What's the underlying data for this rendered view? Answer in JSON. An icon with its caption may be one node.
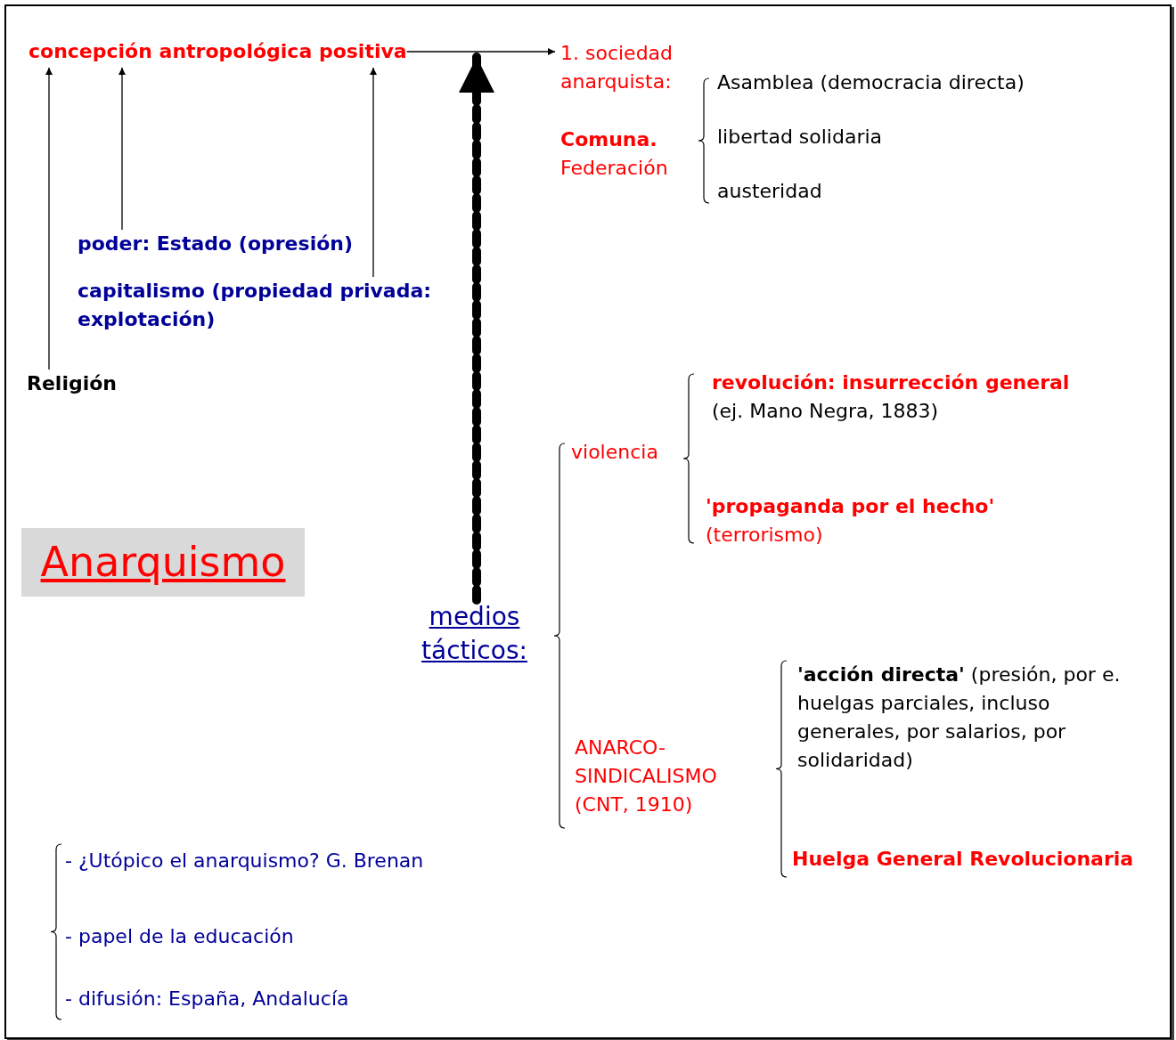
{
  "diagram": {
    "title": "Anarquismo",
    "nodes": [
      {
        "text": [
          "concepción antropológica positiva"
        ]
      },
      {
        "text": [
          "1. sociedad anarquista:"
        ]
      },
      {
        "text": [
          "poder: Estado (opresión)"
        ]
      },
      {
        "text": [
          "capitalismo (propiedad privada: explotación)"
        ]
      },
      {
        "text": [
          "Religión"
        ]
      },
      {
        "text": [
          "medios tácticos:"
        ]
      }
    ],
    "edges": [
      {
        "from": 4,
        "to": 0,
        "arrow": "to"
      },
      {
        "from": 2,
        "to": 0,
        "arrow": "to"
      },
      {
        "from": 3,
        "to": 0,
        "arrow": "to"
      },
      {
        "from": 0,
        "to": 1,
        "arrow": "to"
      },
      {
        "from": 5,
        "to": null,
        "arrow": "to",
        "style": "dashed"
      }
    ],
    "labels": [
      "**Comuna.** Federación",
      "Asamblea (democracia directa)",
      "libertad solidaria",
      "austeridad",
      "violencia",
      "revolución: insurrección general",
      "(ej. Mano Negra, 1883)",
      "'propaganda por el hecho'",
      "(terrorismo)",
      "ANARCO- SINDICALISMO (CNT, 1910)",
      "**'acción directa'** (presión, por e. huelgas parciales, incluso generales, por salarios, por solidaridad)",
      "Huelga General Revolucionaria",
      "- ¿Utópico el anarquismo?  G. Brenan",
      "- papel de la educación",
      "- difusión:  España, Andalucía"
    ]
  }
}
